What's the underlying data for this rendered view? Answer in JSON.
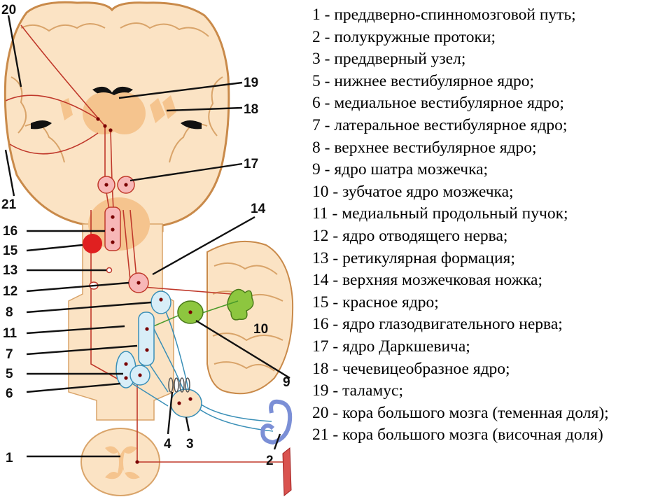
{
  "figure": {
    "labels": [
      "20",
      "19",
      "18",
      "17",
      "21",
      "14",
      "16",
      "15",
      "13",
      "12",
      "8",
      "11",
      "10",
      "7",
      "5",
      "9",
      "6",
      "4",
      "3",
      "1",
      "2"
    ]
  },
  "legend": [
    "1 - преддверно-спинномозговой путь;",
    "2 - полукружные протоки;",
    "3 - преддверный узел;",
    "5 - нижнее вестибулярное ядро;",
    "6 - медиальное вестибулярное ядро;",
    "7 - латеральное вестибулярное ядро;",
    "8 - верхнее вестибулярное ядро;",
    "9 - ядро шатра мозжечка;",
    "10 - зубчатое ядро мозжечка;",
    "11 - медиальный продольный пучок;",
    "12 - ядро отводящего нерва;",
    "13 - ретикулярная формация;",
    "14 - верхняя мозжечковая ножка;",
    "15 - красное ядро;",
    "16 - ядро глазодвигательного нерва;",
    "17 - ядро Даркшевича;",
    "18 - чечевицеобразное ядро;",
    "19 - таламус;",
    "20 - кора большого мозга (теменная доля);",
    "21 - кора большого мозга (височная доля)"
  ],
  "colors": {
    "brain_fill": "#fbe3c4",
    "cortex_outline": "#c98a4a",
    "thalamus": "#f5c48e",
    "tract_red": "#c0392b",
    "tract_blue": "#3a8fb7",
    "nucleus_blue": "#d8eef8",
    "nucleus_green": "#8dc63f",
    "red_nucleus": "#e02020",
    "labyrinth": "#7b8fd6",
    "muscle": "#d9534f"
  }
}
